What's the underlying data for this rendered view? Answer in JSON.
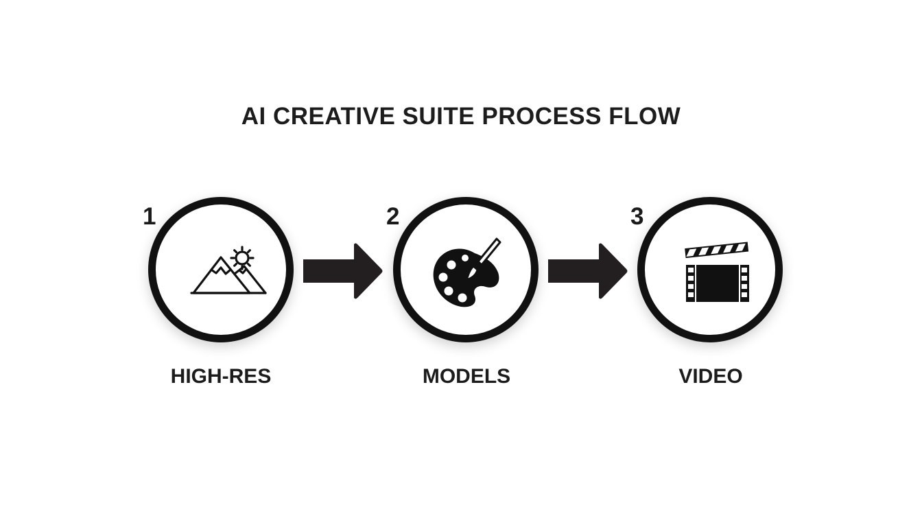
{
  "title": "AI CREATIVE SUITE PROCESS FLOW",
  "colors": {
    "stroke": "#111111",
    "arrow": "#231f20",
    "background": "#ffffff"
  },
  "steps": [
    {
      "number": "1",
      "label": "HIGH-RES",
      "icon": "mountain-sun-icon"
    },
    {
      "number": "2",
      "label": "MODELS",
      "icon": "palette-brush-icon"
    },
    {
      "number": "3",
      "label": "VIDEO",
      "icon": "clapperboard-icon"
    }
  ]
}
